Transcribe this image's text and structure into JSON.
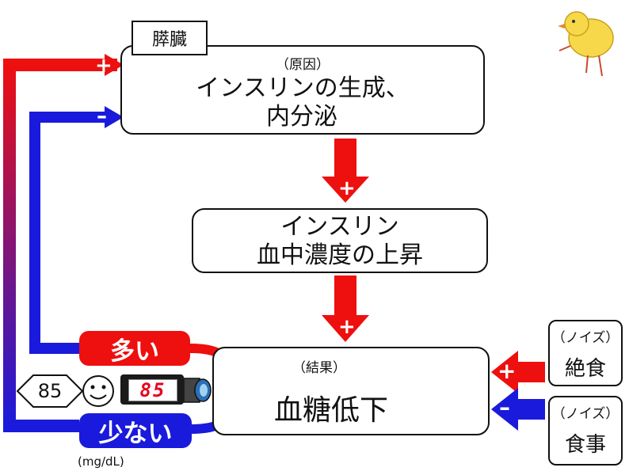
{
  "nodes": {
    "pancreas": {
      "tag": "膵臓",
      "sub": "（原因）",
      "line1": "インスリンの生成、",
      "line2": "内分泌"
    },
    "insulin": {
      "line1": "インスリン",
      "line2": "血中濃度の上昇"
    },
    "result": {
      "sub": "（結果）",
      "label": "血糖低下"
    },
    "noise_fasting": {
      "sub": "（ノイズ）",
      "label": "絶食"
    },
    "noise_meal": {
      "sub": "（ノイズ）",
      "label": "食事"
    }
  },
  "signs": {
    "plus": "+",
    "minus": "−",
    "minus_short": "–"
  },
  "feedback": {
    "high": "多い",
    "low": "少ない"
  },
  "meter": {
    "value": "85",
    "display": "85",
    "unit": "(mg/dL)"
  },
  "colors": {
    "red": "#ee0f0f",
    "blue": "#1a1adc",
    "dark": "#111111"
  }
}
